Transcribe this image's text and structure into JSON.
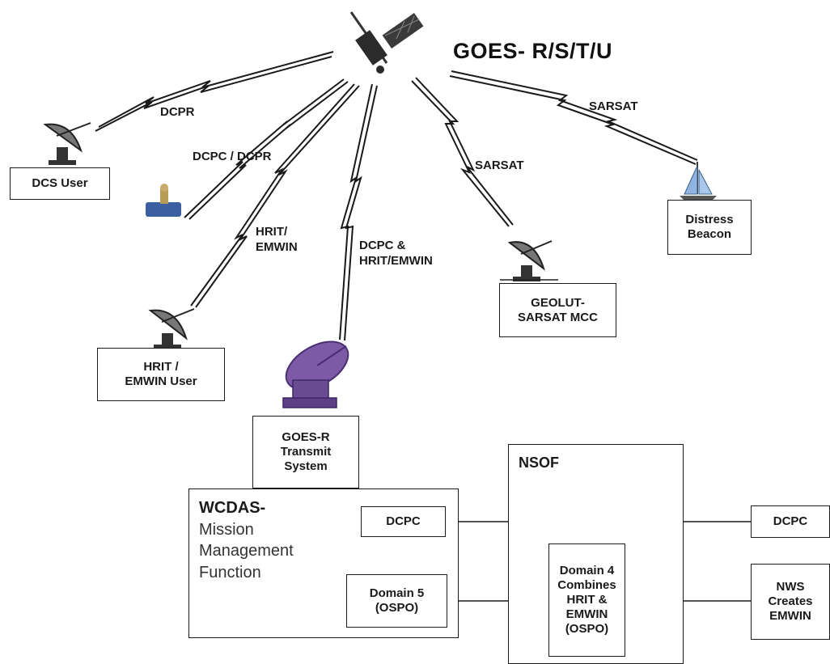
{
  "title": "GOES- R/S/T/U",
  "links": {
    "dcpr": "DCPR",
    "dcpc_dcpr": "DCPC / DCPR",
    "hrit_emwin": "HRIT/\nEMWIN",
    "dcpc_hrit": "DCPC &\nHRIT/EMWIN",
    "sarsat_left": "SARSAT",
    "sarsat_right": "SARSAT"
  },
  "nodes": {
    "dcs_user": "DCS User",
    "hrit_user": "HRIT /\nEMWIN User",
    "transmit": "GOES-R\nTransmit\nSystem",
    "geolut": "GEOLUT-\nSARSAT MCC",
    "beacon": "Distress\nBeacon"
  },
  "wcdas": {
    "name_bold": "WCDAS-",
    "name_rest": "Mission\nManagement\nFunction",
    "dcpc": "DCPC",
    "domain5": "Domain 5\n(OSPO)"
  },
  "nsof": {
    "name": "NSOF",
    "domain4": "Domain 4\nCombines\nHRIT &\nEMWIN\n(OSPO)"
  },
  "external": {
    "dcpc": "DCPC",
    "nws": "NWS\nCreates\nEMWIN"
  },
  "colors": {
    "line": "#1a1a1a",
    "dish_purple": "#6a4c93",
    "sail_blue": "#8fb4e0"
  }
}
